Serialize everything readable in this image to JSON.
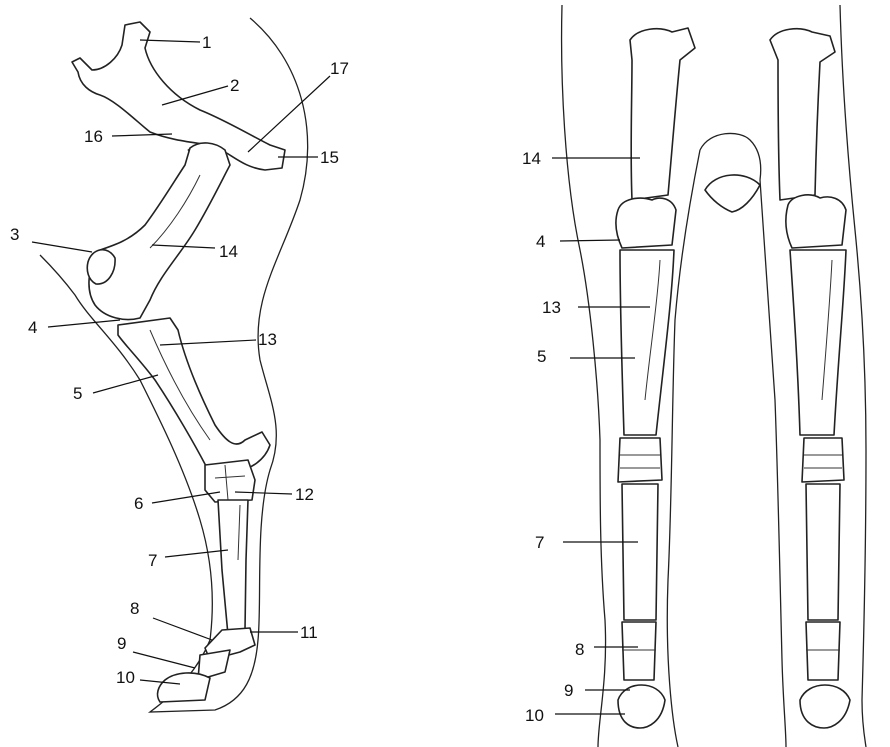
{
  "left_view": {
    "labels": [
      "1",
      "2",
      "3",
      "4",
      "5",
      "6",
      "7",
      "8",
      "9",
      "10",
      "11",
      "12",
      "13",
      "14",
      "15",
      "16",
      "17"
    ]
  },
  "front_view": {
    "labels": [
      "14",
      "4",
      "13",
      "5",
      "7",
      "8",
      "9",
      "10"
    ]
  },
  "colors": {
    "ink": "#111111",
    "bone_fill": "#ffffff",
    "background": "#ffffff"
  }
}
